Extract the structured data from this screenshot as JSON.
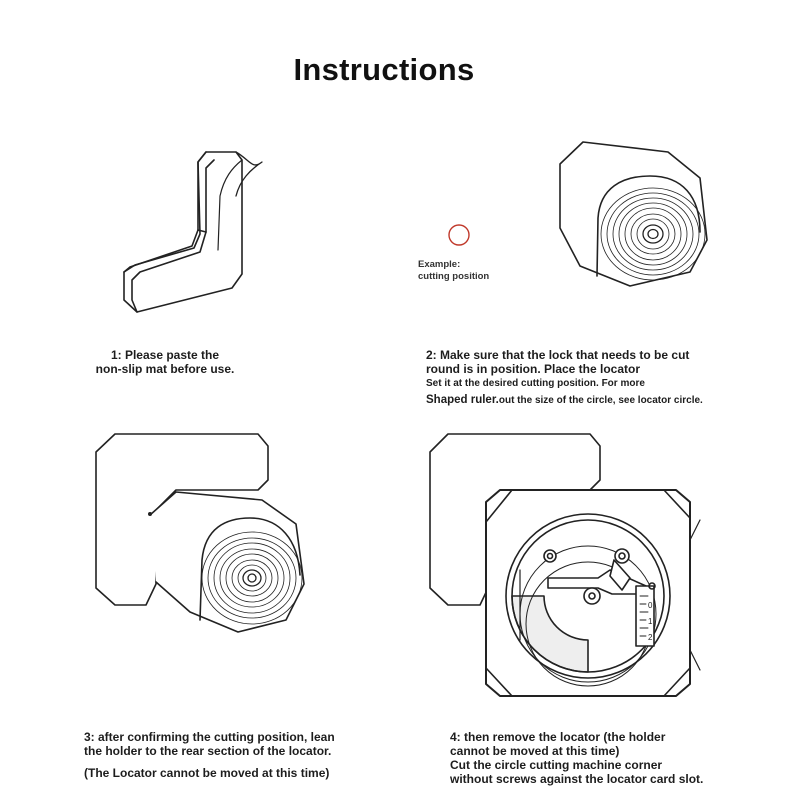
{
  "title": "Instructions",
  "step1": {
    "lines": [
      "1: Please paste the",
      "non-slip mat before use."
    ]
  },
  "step2": {
    "lines": [
      "2: Make sure that the lock that needs to be cut",
      "round is in position. Place the locator"
    ],
    "small_lines": [
      "Set it at the desired cutting position. For more",
      "Shaped ruler.",
      "out the size of the circle, see locator circle."
    ],
    "example_lines": [
      "Example:",
      "cutting position"
    ]
  },
  "step3": {
    "lines": [
      "3: after confirming the cutting position, lean",
      "the holder to the rear section of the locator."
    ],
    "note": "(The Locator cannot be moved at this time)"
  },
  "step4": {
    "lines": [
      "4: then remove the locator (the holder",
      "cannot be moved at this time)",
      "Cut the circle cutting machine corner",
      "without screws against the locator card slot."
    ]
  },
  "ruler_marks": [
    "0",
    "1",
    "2"
  ],
  "colors": {
    "line": "#222222",
    "ring_red": "#c0392b",
    "text": "#1d1d1d"
  }
}
